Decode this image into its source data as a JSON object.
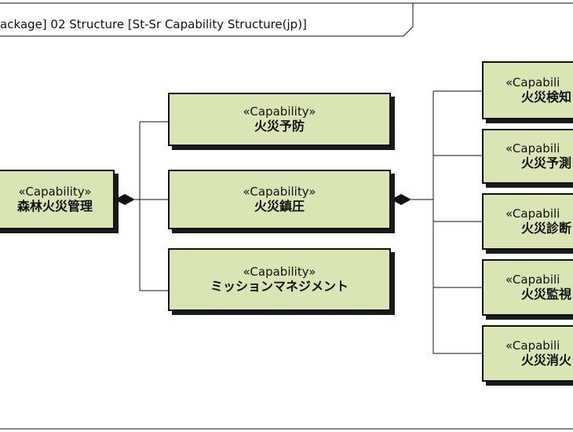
{
  "frame": {
    "title": "ackage] 02 Structure [St-Sr Capability Structure(jp)]"
  },
  "colors": {
    "box_fill": "#d9e6b3",
    "line": "#111111"
  },
  "nodes": {
    "root": {
      "stereotype": "«Capability»",
      "name": "森林火災管理"
    },
    "prevention": {
      "stereotype": "«Capability»",
      "name": "火災予防"
    },
    "suppression": {
      "stereotype": "«Capability»",
      "name": "火災鎮圧"
    },
    "mission": {
      "stereotype": "«Capability»",
      "name": "ミッションマネジメント"
    },
    "detection": {
      "stereotype": "«Capabili",
      "name": "火災検知"
    },
    "prediction": {
      "stereotype": "«Capabili",
      "name": "火災予測"
    },
    "diagnosis": {
      "stereotype": "«Capabili",
      "name": "火災診断"
    },
    "monitoring": {
      "stereotype": "«Capabili",
      "name": "火災監視"
    },
    "extinguish": {
      "stereotype": "«Capabili",
      "name": "火災消火"
    }
  }
}
